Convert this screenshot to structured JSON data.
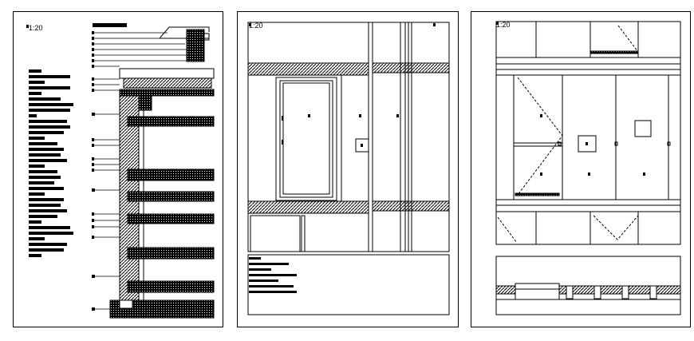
{
  "sheets": [
    {
      "scale_label": "1:20"
    },
    {
      "scale_label": "1:20"
    },
    {
      "scale_label": "1:20"
    }
  ],
  "colors": {
    "ink": "#000000",
    "paper": "#ffffff"
  }
}
